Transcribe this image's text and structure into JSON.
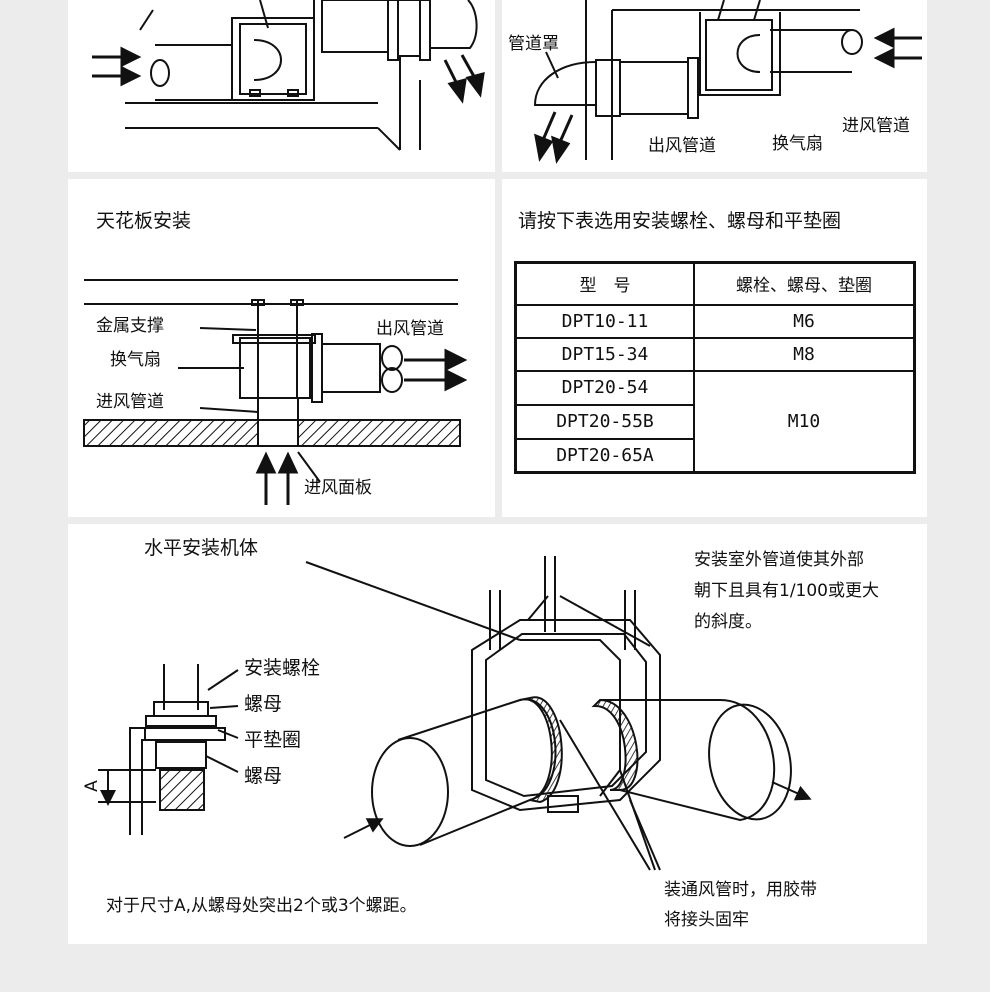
{
  "panel_top_left": {
    "labels": []
  },
  "panel_top_right": {
    "duct_cover": "管道罩",
    "outlet_duct": "出风管道",
    "fan": "换气扇",
    "inlet_duct": "进风管道"
  },
  "panel_ceiling": {
    "title": "天花板安装",
    "metal_support": "金属支撑",
    "fan": "换气扇",
    "inlet_duct": "进风管道",
    "outlet_duct": "出风管道",
    "inlet_panel": "进风面板"
  },
  "panel_table": {
    "title": "请按下表选用安装螺栓、螺母和平垫圈",
    "col_model": "型　号",
    "col_hardware": "螺栓、螺母、垫圈",
    "rows": [
      {
        "model": "DPT10-11",
        "hardware": "M6"
      },
      {
        "model": "DPT15-34",
        "hardware": "M8"
      },
      {
        "model": "DPT20-54",
        "hardware": "M10"
      },
      {
        "model": "DPT20-55B",
        "hardware": ""
      },
      {
        "model": "DPT20-65A",
        "hardware": ""
      }
    ]
  },
  "panel_bottom": {
    "horizontal_body": "水平安装机体",
    "outdoor_note_1": "安装室外管道使其外部",
    "outdoor_note_2": "朝下且具有1/100或更大",
    "outdoor_note_3": "的斜度。",
    "bolt": "安装螺栓",
    "nut_1": "螺母",
    "washer": "平垫圈",
    "nut_2": "螺母",
    "dim_a": "A",
    "dim_note": "对于尺寸A,从螺母处突出2个或3个螺距。",
    "tape_note_1": "装通风管时，用胶带",
    "tape_note_2": "将接头固牢"
  }
}
